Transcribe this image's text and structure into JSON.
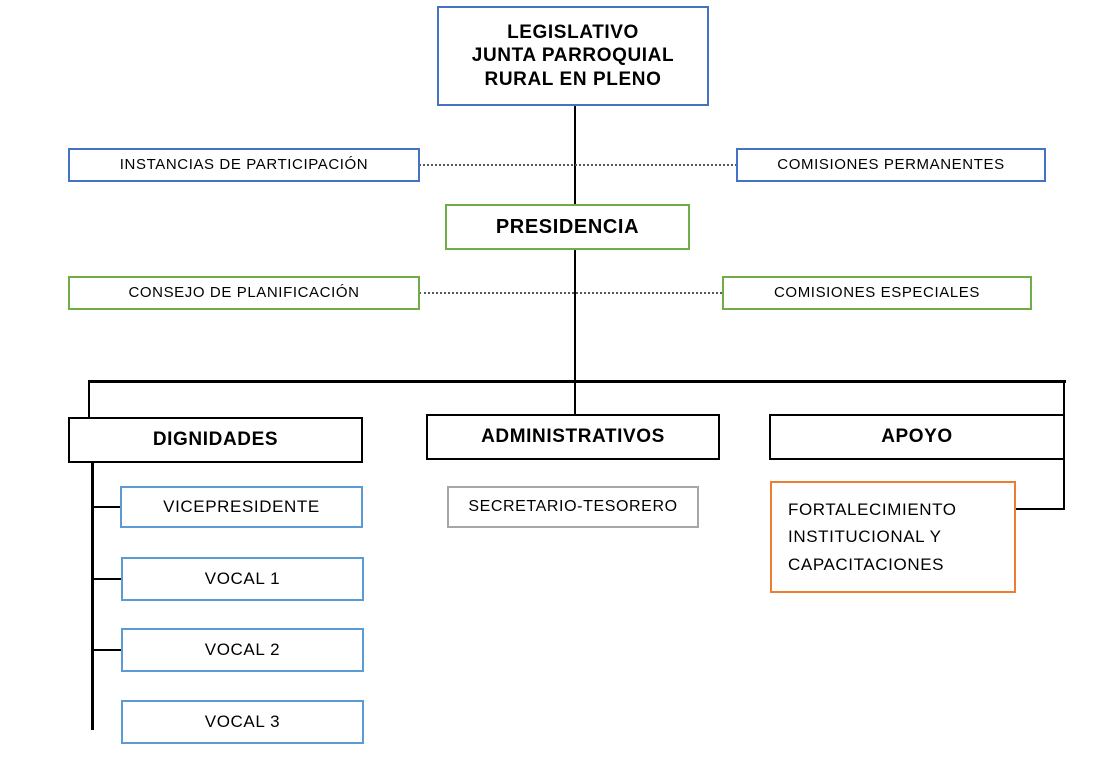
{
  "chart_data": {
    "type": "diagram",
    "title": "Organigrama GAD Parroquial Rural",
    "nodes": [
      {
        "id": "legislativo",
        "label": "LEGISLATIVO JUNTA PARROQUIAL RURAL EN PLENO",
        "level": 1,
        "color": "#4472C4"
      },
      {
        "id": "instancias",
        "label": "INSTANCIAS DE PARTICIPACIÓN",
        "level": 2,
        "color": "#4472C4"
      },
      {
        "id": "comisiones_permanentes",
        "label": "COMISIONES PERMANENTES",
        "level": 2,
        "color": "#4472C4"
      },
      {
        "id": "presidencia",
        "label": "PRESIDENCIA",
        "level": 3,
        "color": "#70AD47"
      },
      {
        "id": "consejo",
        "label": "CONSEJO DE PLANIFICACIÓN",
        "level": 4,
        "color": "#70AD47"
      },
      {
        "id": "comisiones_especiales",
        "label": "COMISIONES ESPECIALES",
        "level": 4,
        "color": "#70AD47"
      },
      {
        "id": "dignidades",
        "label": "DIGNIDADES",
        "level": 5,
        "color": "#000000"
      },
      {
        "id": "administrativos",
        "label": "ADMINISTRATIVOS",
        "level": 5,
        "color": "#000000"
      },
      {
        "id": "apoyo",
        "label": "APOYO",
        "level": 5,
        "color": "#000000"
      },
      {
        "id": "vicepresidente",
        "label": "VICEPRESIDENTE",
        "level": 6,
        "color": "#5B9BD5"
      },
      {
        "id": "vocal1",
        "label": "VOCAL 1",
        "level": 6,
        "color": "#5B9BD5"
      },
      {
        "id": "vocal2",
        "label": "VOCAL 2",
        "level": 6,
        "color": "#5B9BD5"
      },
      {
        "id": "vocal3",
        "label": "VOCAL 3",
        "level": 6,
        "color": "#5B9BD5"
      },
      {
        "id": "secretario",
        "label": "SECRETARIO-TESORERO",
        "level": 6,
        "color": "#A6A6A6"
      },
      {
        "id": "fortalecimiento",
        "label": "FORTALECIMIENTO INSTITUCIONAL Y CAPACITACIONES",
        "level": 6,
        "color": "#ED7D31"
      }
    ]
  },
  "legislativo": {
    "line1": "LEGISLATIVO",
    "line2": "JUNTA PARROQUIAL",
    "line3": "RURAL EN PLENO"
  },
  "row_participacion": {
    "left": "INSTANCIAS DE PARTICIPACIÓN",
    "right": "COMISIONES PERMANENTES"
  },
  "presidencia": {
    "label": "PRESIDENCIA"
  },
  "row_planificacion": {
    "left": "CONSEJO DE PLANIFICACIÓN",
    "right": "COMISIONES ESPECIALES"
  },
  "categories": {
    "dignidades": "DIGNIDADES",
    "administrativos": "ADMINISTRATIVOS",
    "apoyo": "APOYO"
  },
  "dignidades_items": [
    "VICEPRESIDENTE",
    "VOCAL 1",
    "VOCAL 2",
    "VOCAL 3"
  ],
  "administrativos_items": [
    "SECRETARIO-TESORERO"
  ],
  "apoyo_items": [
    {
      "line1": "FORTALECIMIENTO",
      "line2": "INSTITUCIONAL   Y",
      "line3": "CAPACITACIONES"
    }
  ],
  "colors": {
    "blue": "#4472C4",
    "light_blue": "#5B9BD5",
    "green": "#70AD47",
    "black": "#000000",
    "gray": "#A6A6A6",
    "orange": "#ED7D31"
  }
}
